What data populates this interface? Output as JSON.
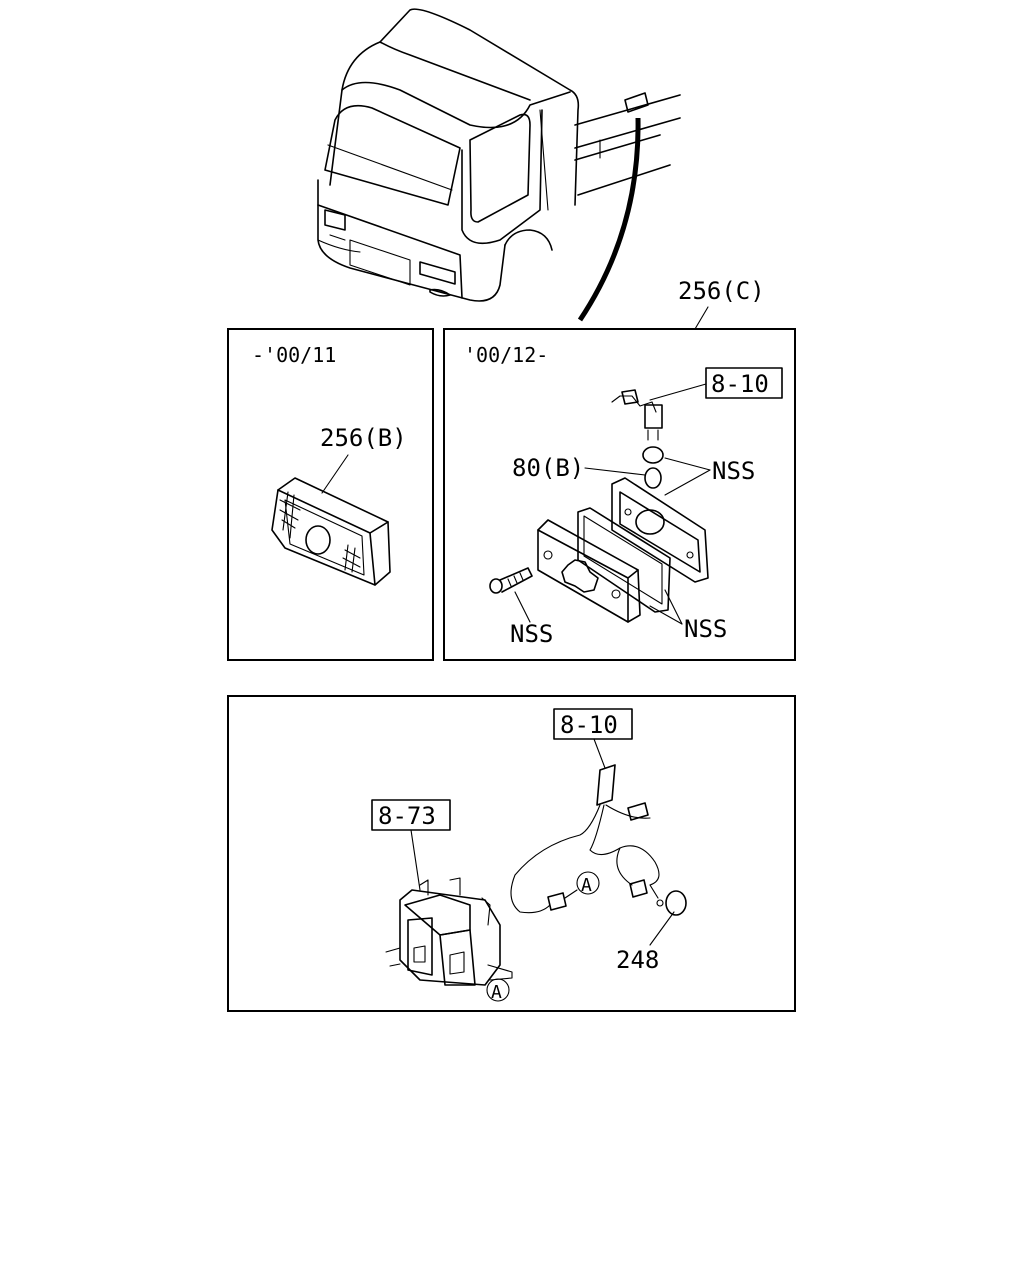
{
  "labels": {
    "part_256c": "256(C)",
    "part_256b": "256(B)",
    "period_old": "-'00/11",
    "period_new": "'00/12-",
    "ref_8_10_top": "8-10",
    "part_80b": "80(B)",
    "nss_1": "NSS",
    "nss_2": "NSS",
    "nss_3": "NSS",
    "ref_8_10_bottom": "8-10",
    "ref_8_73": "8-73",
    "part_248": "248",
    "connector_a_1": "A",
    "connector_a_2": "A"
  }
}
